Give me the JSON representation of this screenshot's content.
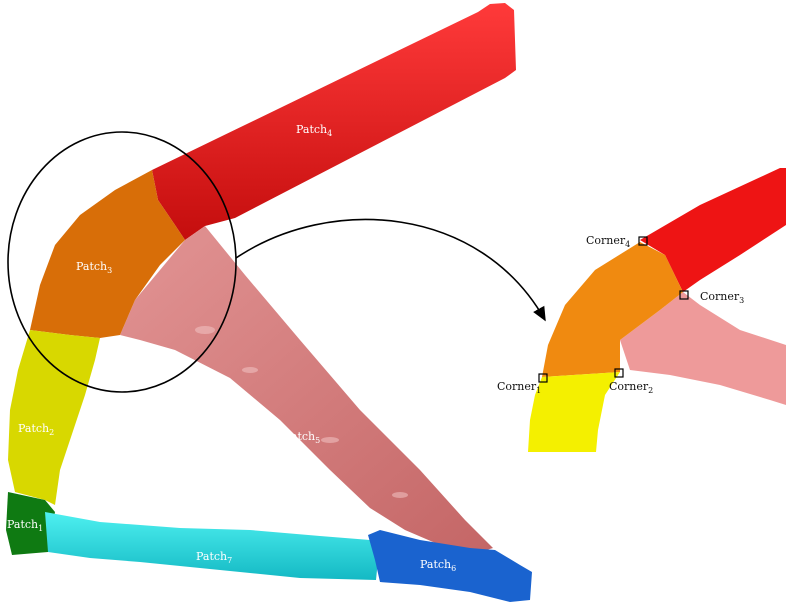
{
  "patches": [
    {
      "id": "1",
      "label": "Patch",
      "sub": "1",
      "color": "#0f7a12"
    },
    {
      "id": "2",
      "label": "Patch",
      "sub": "2",
      "color": "#d8d800"
    },
    {
      "id": "3",
      "label": "Patch",
      "sub": "3",
      "color": "#d86e08"
    },
    {
      "id": "4",
      "label": "Patch",
      "sub": "4",
      "color": "#dd1111"
    },
    {
      "id": "5",
      "label": "Patch",
      "sub": "5",
      "color": "#cf7373"
    },
    {
      "id": "6",
      "label": "Patch",
      "sub": "6",
      "color": "#1a63cf"
    },
    {
      "id": "7",
      "label": "Patch",
      "sub": "7",
      "color": "#20d2d2"
    }
  ],
  "corners": [
    {
      "id": "1",
      "label": "Corner",
      "sub": "1"
    },
    {
      "id": "2",
      "label": "Corner",
      "sub": "2"
    },
    {
      "id": "3",
      "label": "Corner",
      "sub": "3"
    },
    {
      "id": "4",
      "label": "Corner",
      "sub": "4"
    }
  ],
  "inset_colors": {
    "yellow": "#f4f000",
    "orange": "#f08a10",
    "red": "#ee1414",
    "pink": "#ee9a9a"
  }
}
